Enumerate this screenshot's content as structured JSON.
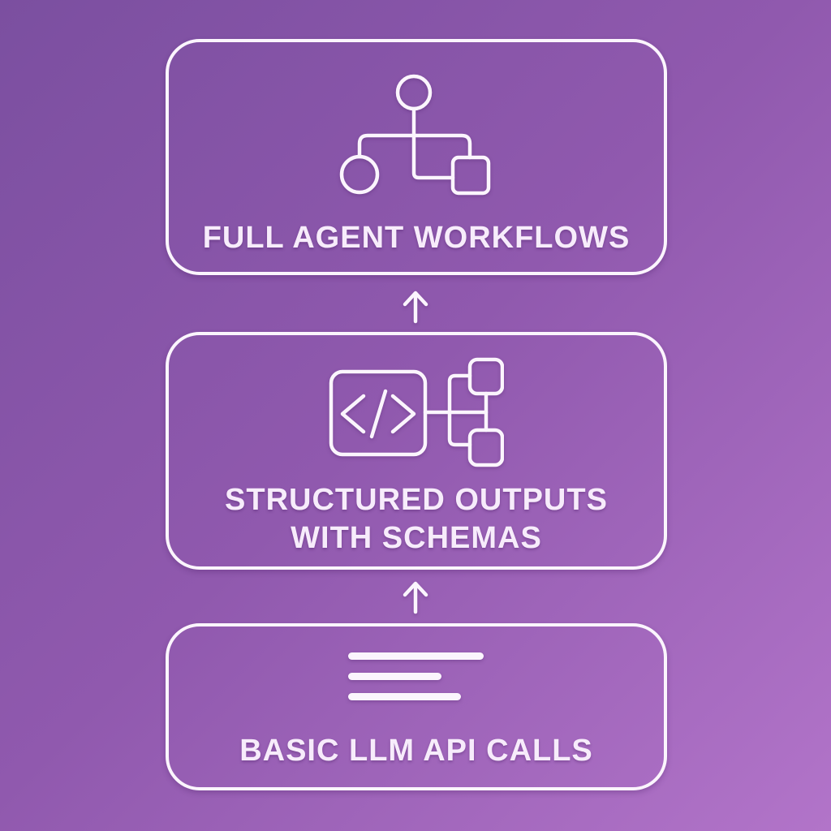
{
  "page": {
    "type": "capability-stack-diagram"
  },
  "colors": {
    "bg_start": "#7b4fa0",
    "bg_mid": "#9059ae",
    "bg_end": "#b274c9",
    "stroke": "#fbf5fd",
    "text": "#f7ecfb"
  },
  "levels": [
    {
      "id": "full-agent-workflows",
      "position": "top",
      "label": "FULL AGENT WORKFLOWS",
      "icon": "org-tree-icon"
    },
    {
      "id": "structured-outputs-with-schemas",
      "position": "middle",
      "label_line1": "STRUCTURED OUTPUTS",
      "label_line2": "WITH SCHEMAS",
      "icon": "code-schema-icon"
    },
    {
      "id": "basic-llm-api-calls",
      "position": "bottom",
      "label": "BASIC LLM API CALLS",
      "icon": "text-lines-icon"
    }
  ],
  "arrows": [
    {
      "from": "structured-outputs-with-schemas",
      "to": "full-agent-workflows",
      "direction": "up",
      "glyph": "↑"
    },
    {
      "from": "basic-llm-api-calls",
      "to": "structured-outputs-with-schemas",
      "direction": "up",
      "glyph": "↑"
    }
  ]
}
